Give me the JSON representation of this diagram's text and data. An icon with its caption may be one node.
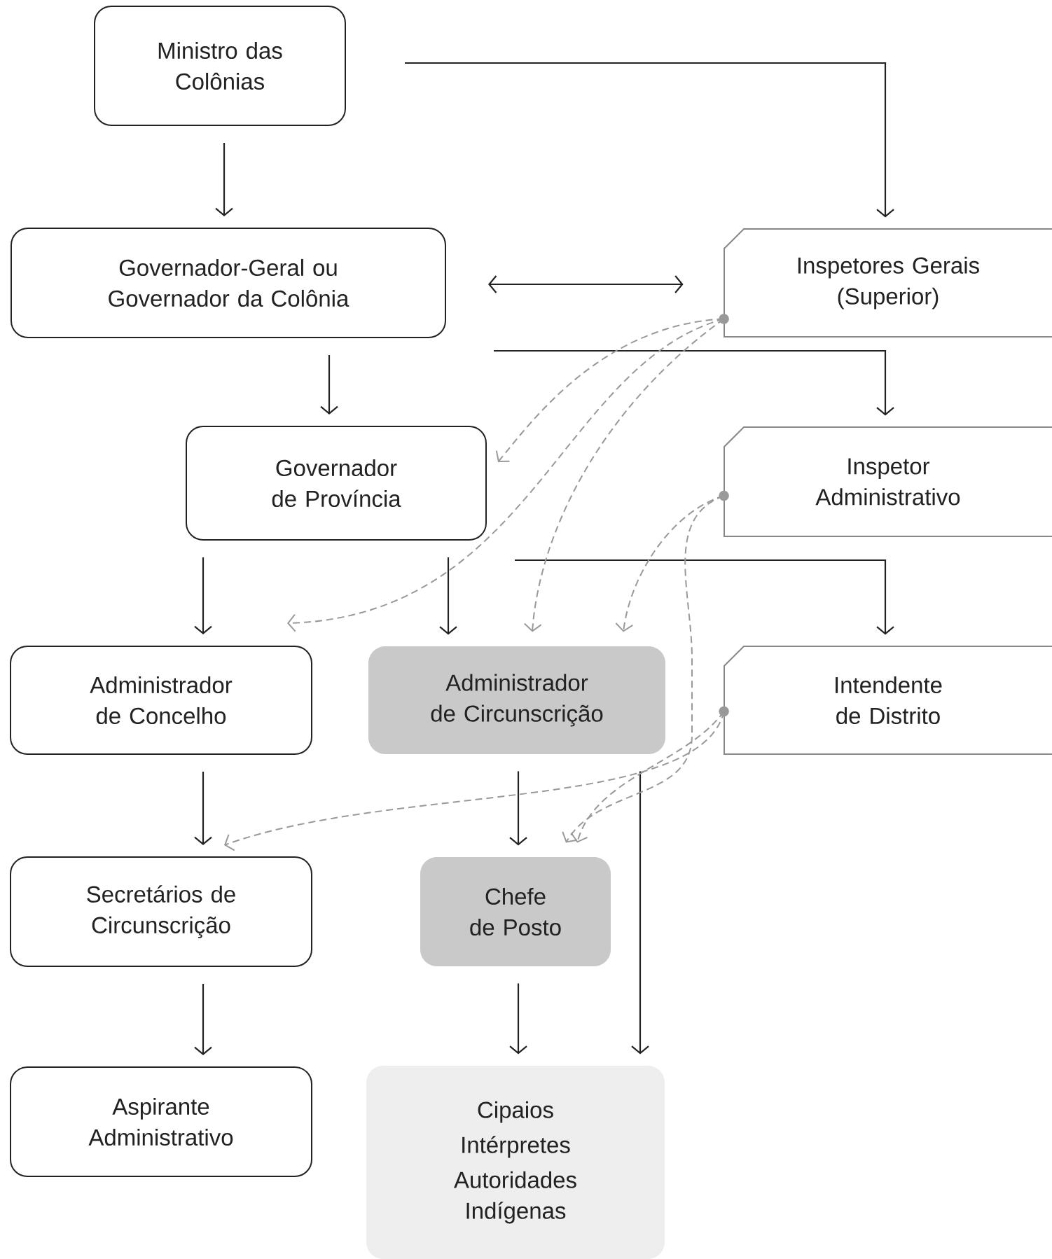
{
  "diagram": {
    "nodes": [
      {
        "text": [
          "Ministro das Colônias"
        ]
      },
      {
        "text": [
          "Governador-Geral ou Governador da Colônia"
        ]
      },
      {
        "text": [
          "Inspetores Gerais (Superior)"
        ]
      },
      {
        "text": [
          "Governador de Província"
        ]
      },
      {
        "text": [
          "Inspetor Administrativo"
        ]
      },
      {
        "text": [
          "Administrador de Concelho"
        ]
      },
      {
        "text": [
          "Administrador de Circunscrição"
        ]
      },
      {
        "text": [
          "Intendente de Distrito"
        ]
      },
      {
        "text": [
          "Secretários de Circunscrição"
        ]
      },
      {
        "text": [
          "Chefe de Posto"
        ]
      },
      {
        "text": [
          "Aspirante Administrativo"
        ]
      },
      {
        "text": [
          "Cipaios",
          "Intérpretes",
          "Autoridades Indígenas"
        ]
      }
    ],
    "edges": [
      {
        "from": 0,
        "to": 1,
        "arrow": "to"
      },
      {
        "from": 0,
        "to": 2,
        "arrow": "to"
      },
      {
        "from": 1,
        "to": 2,
        "arrow": "both"
      },
      {
        "from": 1,
        "to": 3,
        "arrow": "to"
      },
      {
        "from": 1,
        "to": 4,
        "arrow": "to"
      },
      {
        "from": 3,
        "to": 5,
        "arrow": "to"
      },
      {
        "from": 3,
        "to": 6,
        "arrow": "to"
      },
      {
        "from": 3,
        "to": 7,
        "arrow": "to"
      },
      {
        "from": 5,
        "to": 8,
        "arrow": "to"
      },
      {
        "from": 6,
        "to": 9,
        "arrow": "to"
      },
      {
        "from": 6,
        "to": 11,
        "arrow": "to"
      },
      {
        "from": 8,
        "to": 10,
        "arrow": "to"
      },
      {
        "from": 9,
        "to": 11,
        "arrow": "to"
      },
      {
        "from": 2,
        "to": 3,
        "arrow": "to",
        "style": "dashed",
        "color": "#999999"
      },
      {
        "from": 2,
        "to": 5,
        "arrow": "to",
        "style": "dashed",
        "color": "#999999"
      },
      {
        "from": 2,
        "to": 6,
        "arrow": "to",
        "style": "dashed",
        "color": "#999999"
      },
      {
        "from": 4,
        "to": 6,
        "arrow": "to",
        "style": "dashed",
        "color": "#999999"
      },
      {
        "from": 4,
        "to": 9,
        "arrow": "to",
        "style": "dashed",
        "color": "#999999"
      },
      {
        "from": 7,
        "to": 8,
        "arrow": "to",
        "style": "dashed",
        "color": "#999999"
      },
      {
        "from": 7,
        "to": 9,
        "arrow": "to",
        "style": "dashed",
        "color": "#999999"
      }
    ]
  }
}
